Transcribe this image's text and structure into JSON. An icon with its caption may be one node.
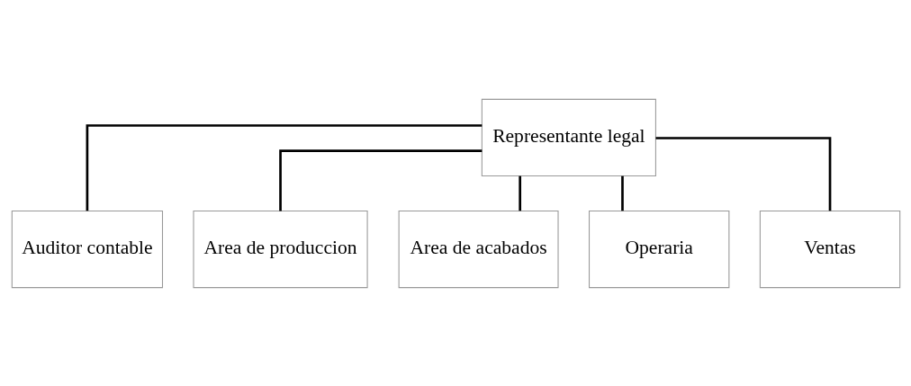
{
  "diagram": {
    "nodes": [
      {
        "text": [
          "Representante legal"
        ]
      },
      {
        "text": [
          "Auditor contable"
        ]
      },
      {
        "text": [
          "Area de produccion"
        ]
      },
      {
        "text": [
          "Area de acabados"
        ]
      },
      {
        "text": [
          "Operaria"
        ]
      },
      {
        "text": [
          "Ventas"
        ]
      }
    ],
    "edges": [
      {
        "from": 0,
        "to": 1,
        "arrow": "none"
      },
      {
        "from": 0,
        "to": 2,
        "arrow": "none"
      },
      {
        "from": 0,
        "to": 3,
        "arrow": "none"
      },
      {
        "from": 0,
        "to": 4,
        "arrow": "none"
      },
      {
        "from": 0,
        "to": 5,
        "arrow": "none"
      }
    ]
  }
}
